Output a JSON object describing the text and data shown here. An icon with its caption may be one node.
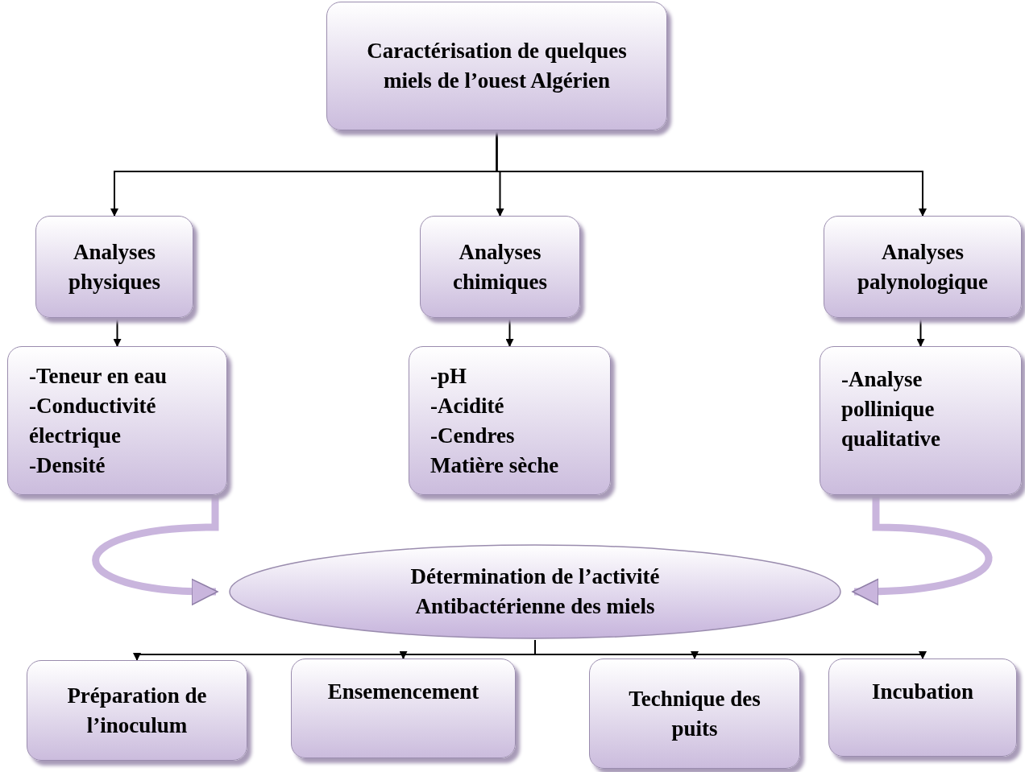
{
  "diagram": {
    "nodes": [
      {
        "text": [
          "Caractérisation de quelques miels de l’ouest Algérien"
        ]
      },
      {
        "text": [
          "Analyses physiques"
        ]
      },
      {
        "text": [
          "Analyses chimiques"
        ]
      },
      {
        "text": [
          "Analyses palynologique"
        ]
      },
      {
        "text": [
          "-Teneur en eau",
          "-Conductivité électrique",
          "-Densité"
        ]
      },
      {
        "text": [
          "-pH",
          "-Acidité",
          "-Cendres",
          "Matière sèche"
        ]
      },
      {
        "text": [
          "-Analyse pollinique qualitative"
        ]
      },
      {
        "text": [
          "Détermination de  l’activité Antibactérienne des miels"
        ]
      },
      {
        "text": [
          "Préparation de l’inoculum"
        ]
      },
      {
        "text": [
          "Ensemencement"
        ]
      },
      {
        "text": [
          "Technique des puits"
        ]
      },
      {
        "text": [
          "Incubation"
        ]
      }
    ],
    "edges": [
      {
        "from": 0,
        "to": 1,
        "arrow": "to"
      },
      {
        "from": 0,
        "to": 2,
        "arrow": "to"
      },
      {
        "from": 0,
        "to": 3,
        "arrow": "to"
      },
      {
        "from": 1,
        "to": 4,
        "arrow": "to"
      },
      {
        "from": 2,
        "to": 5,
        "arrow": "to"
      },
      {
        "from": 3,
        "to": 6,
        "arrow": "to"
      },
      {
        "from": 4,
        "to": 7,
        "arrow": "to",
        "style": "thick",
        "color": "#c9b5dd"
      },
      {
        "from": 6,
        "to": 7,
        "arrow": "to",
        "style": "thick",
        "color": "#c9b5dd"
      },
      {
        "from": 7,
        "to": 8,
        "arrow": "to"
      },
      {
        "from": 7,
        "to": 9,
        "arrow": "to"
      },
      {
        "from": 7,
        "to": 10,
        "arrow": "to"
      },
      {
        "from": 7,
        "to": 11,
        "arrow": "to"
      }
    ]
  }
}
